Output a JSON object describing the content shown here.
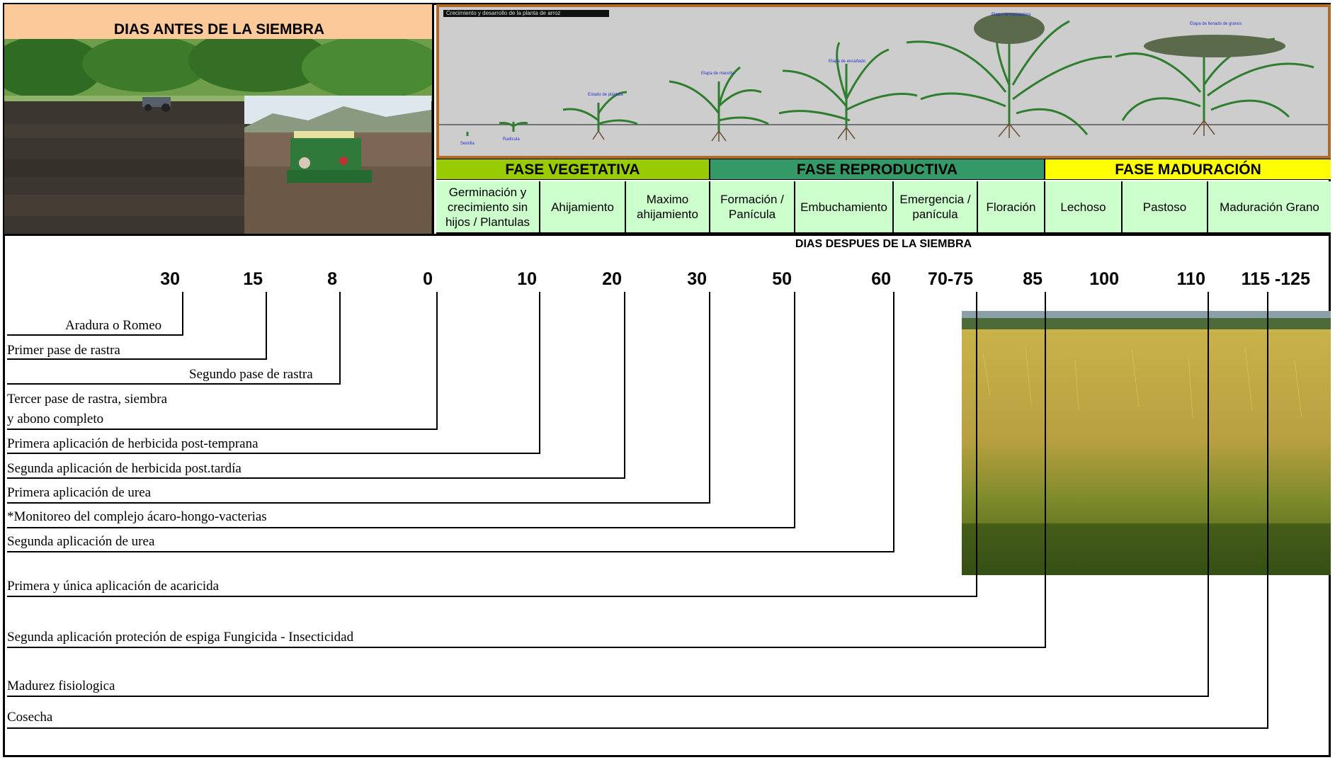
{
  "before": {
    "title": "DIAS ANTES DE LA SIEMBRA"
  },
  "diagram": {
    "caption": "Crecimiento y desarrollo de la planta de arroz"
  },
  "phases": [
    {
      "label": "FASE VEGETATIVA",
      "color": "#99cc00"
    },
    {
      "label": "FASE REPRODUCTIVA",
      "color": "#339966"
    },
    {
      "label": "FASE MADURACIÓN",
      "color": "#ffff00"
    }
  ],
  "stages": [
    "Germinación y crecimiento sin hijos / Plantulas",
    "Ahijamiento",
    "Maximo ahijamiento",
    "Formación / Panícula",
    "Embuchamiento",
    "Emergencia / panícula",
    "Floración",
    "Lechoso",
    "Pastoso",
    "Maduración Grano"
  ],
  "after_label": "DIAS DESPUES DE LA SIEMBRA",
  "days": [
    "30",
    "15",
    "8",
    "0",
    "10",
    "20",
    "30",
    "50",
    "60",
    "70-75",
    "85",
    "100",
    "110",
    "115 -125"
  ],
  "activities": [
    "Aradura o Romeo",
    "Primer pase de rastra",
    "Segundo pase de rastra",
    "Tercer pase de rastra, siembra",
    "y abono completo",
    "Primera aplicación de herbicida post-temprana",
    "Segunda aplicación de herbicida post.tardía",
    "Primera aplicación de urea",
    "*Monitoreo del complejo ácaro-hongo-vacterias",
    "Segunda aplicación de  urea",
    "Primera y única aplicación  de acaricida",
    "Segunda aplicación  proteción de espiga Fungicida - Insecticidad",
    "Madurez fisiologica",
    "Cosecha"
  ]
}
